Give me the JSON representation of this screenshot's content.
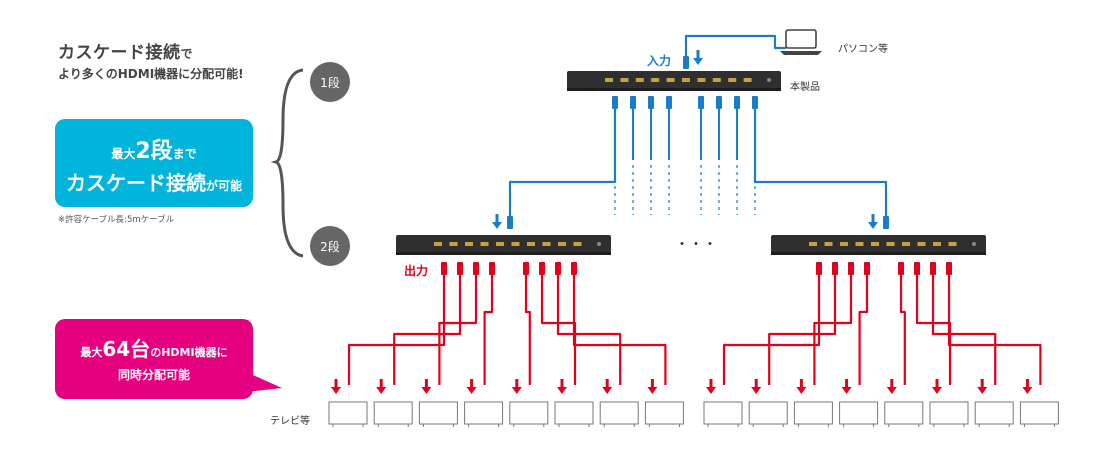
{
  "headline": {
    "line1_main": "カスケード接続",
    "line1_suffix": "で",
    "line2": "より多くのHDMI機器に分配可能!"
  },
  "stages": {
    "first": "1段",
    "second": "2段"
  },
  "cascade_box": {
    "prefix": "最大",
    "big": "2段",
    "suffix": "まで",
    "line2_main": "カスケード接続",
    "line2_suffix": "が可能"
  },
  "cable_note": "※許容ケーブル長:5mケーブル",
  "devices_box": {
    "prefix": "最大",
    "big": "64台",
    "suffix": "のHDMI機器に",
    "line2": "同時分配可能"
  },
  "labels": {
    "pc": "パソコン等",
    "product": "本製品",
    "input": "入力",
    "output": "出力",
    "tv": "テレビ等",
    "ellipsis": "・・・"
  },
  "colors": {
    "blue": "#1a7dc5",
    "red": "#e3001b",
    "cyan": "#00b4dc",
    "magenta": "#e5007f",
    "device": "#2f2f2f",
    "port": "#c8a040"
  }
}
